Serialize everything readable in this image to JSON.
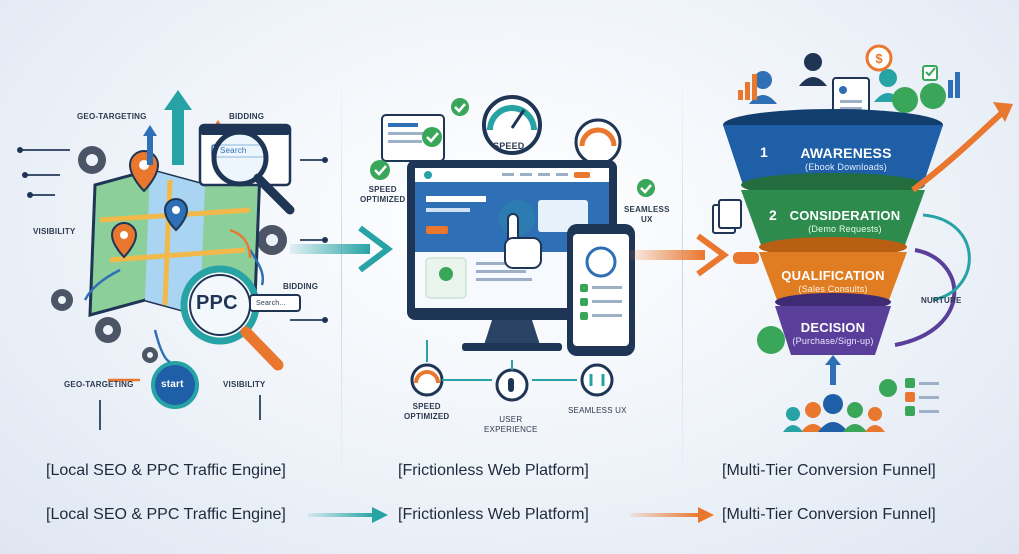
{
  "seo_panel": {
    "labels": {
      "geo_top": "GEO-TARGETING",
      "bidding_top": "BIDDING",
      "search_box": "Search",
      "visibility_left": "VISIBILITY",
      "bidding_mid": "BIDDING",
      "ppc": "PPC",
      "search_small": "Search...",
      "geo_bottom": "GEO-TARGETING",
      "start": "start",
      "visibility_bottom": "VISIBILITY"
    }
  },
  "web_panel": {
    "labels": {
      "speed": "SPEED",
      "speed_optimized_left": "SPEED\nOPTIMIZED",
      "seamless_right": "SEAMLESS\nUX",
      "speed_optimized_bottom": "SPEED\nOPTIMIZED",
      "user_experience": "USER\nEXPERIENCE",
      "seamless_bottom": "SEAMLESS UX"
    }
  },
  "funnel_panel": {
    "stages": [
      {
        "num": "1",
        "title": "AWARENESS",
        "sub": "(Ebook Downloads)",
        "color": "#1f5fa8"
      },
      {
        "num": "2",
        "title": "CONSIDERATION",
        "sub": "(Demo Requests)",
        "color": "#2e8b4e"
      },
      {
        "num": "",
        "title": "QUALIFICATION",
        "sub": "(Sales Consults)",
        "color": "#e07d22"
      },
      {
        "num": "",
        "title": "DECISION",
        "sub": "(Purchase/Sign-up)",
        "color": "#5a3f9a"
      }
    ],
    "nurture": "NURTURE"
  },
  "captions_top": {
    "seo": "[Local SEO & PPC Traffic Engine]",
    "web": "[Frictionless Web Platform]",
    "funnel": "[Multi-Tier Conversion Funnel]"
  },
  "captions_bottom": {
    "seo": "[Local SEO & PPC Traffic Engine]",
    "web": "[Frictionless Web Platform]",
    "funnel": "[Multi-Tier Conversion Funnel]"
  },
  "colors": {
    "blue": "#2f6fb5",
    "teal": "#27a3a6",
    "orange": "#e9772e",
    "navy": "#1f3556",
    "purple": "#5a3f9a"
  }
}
